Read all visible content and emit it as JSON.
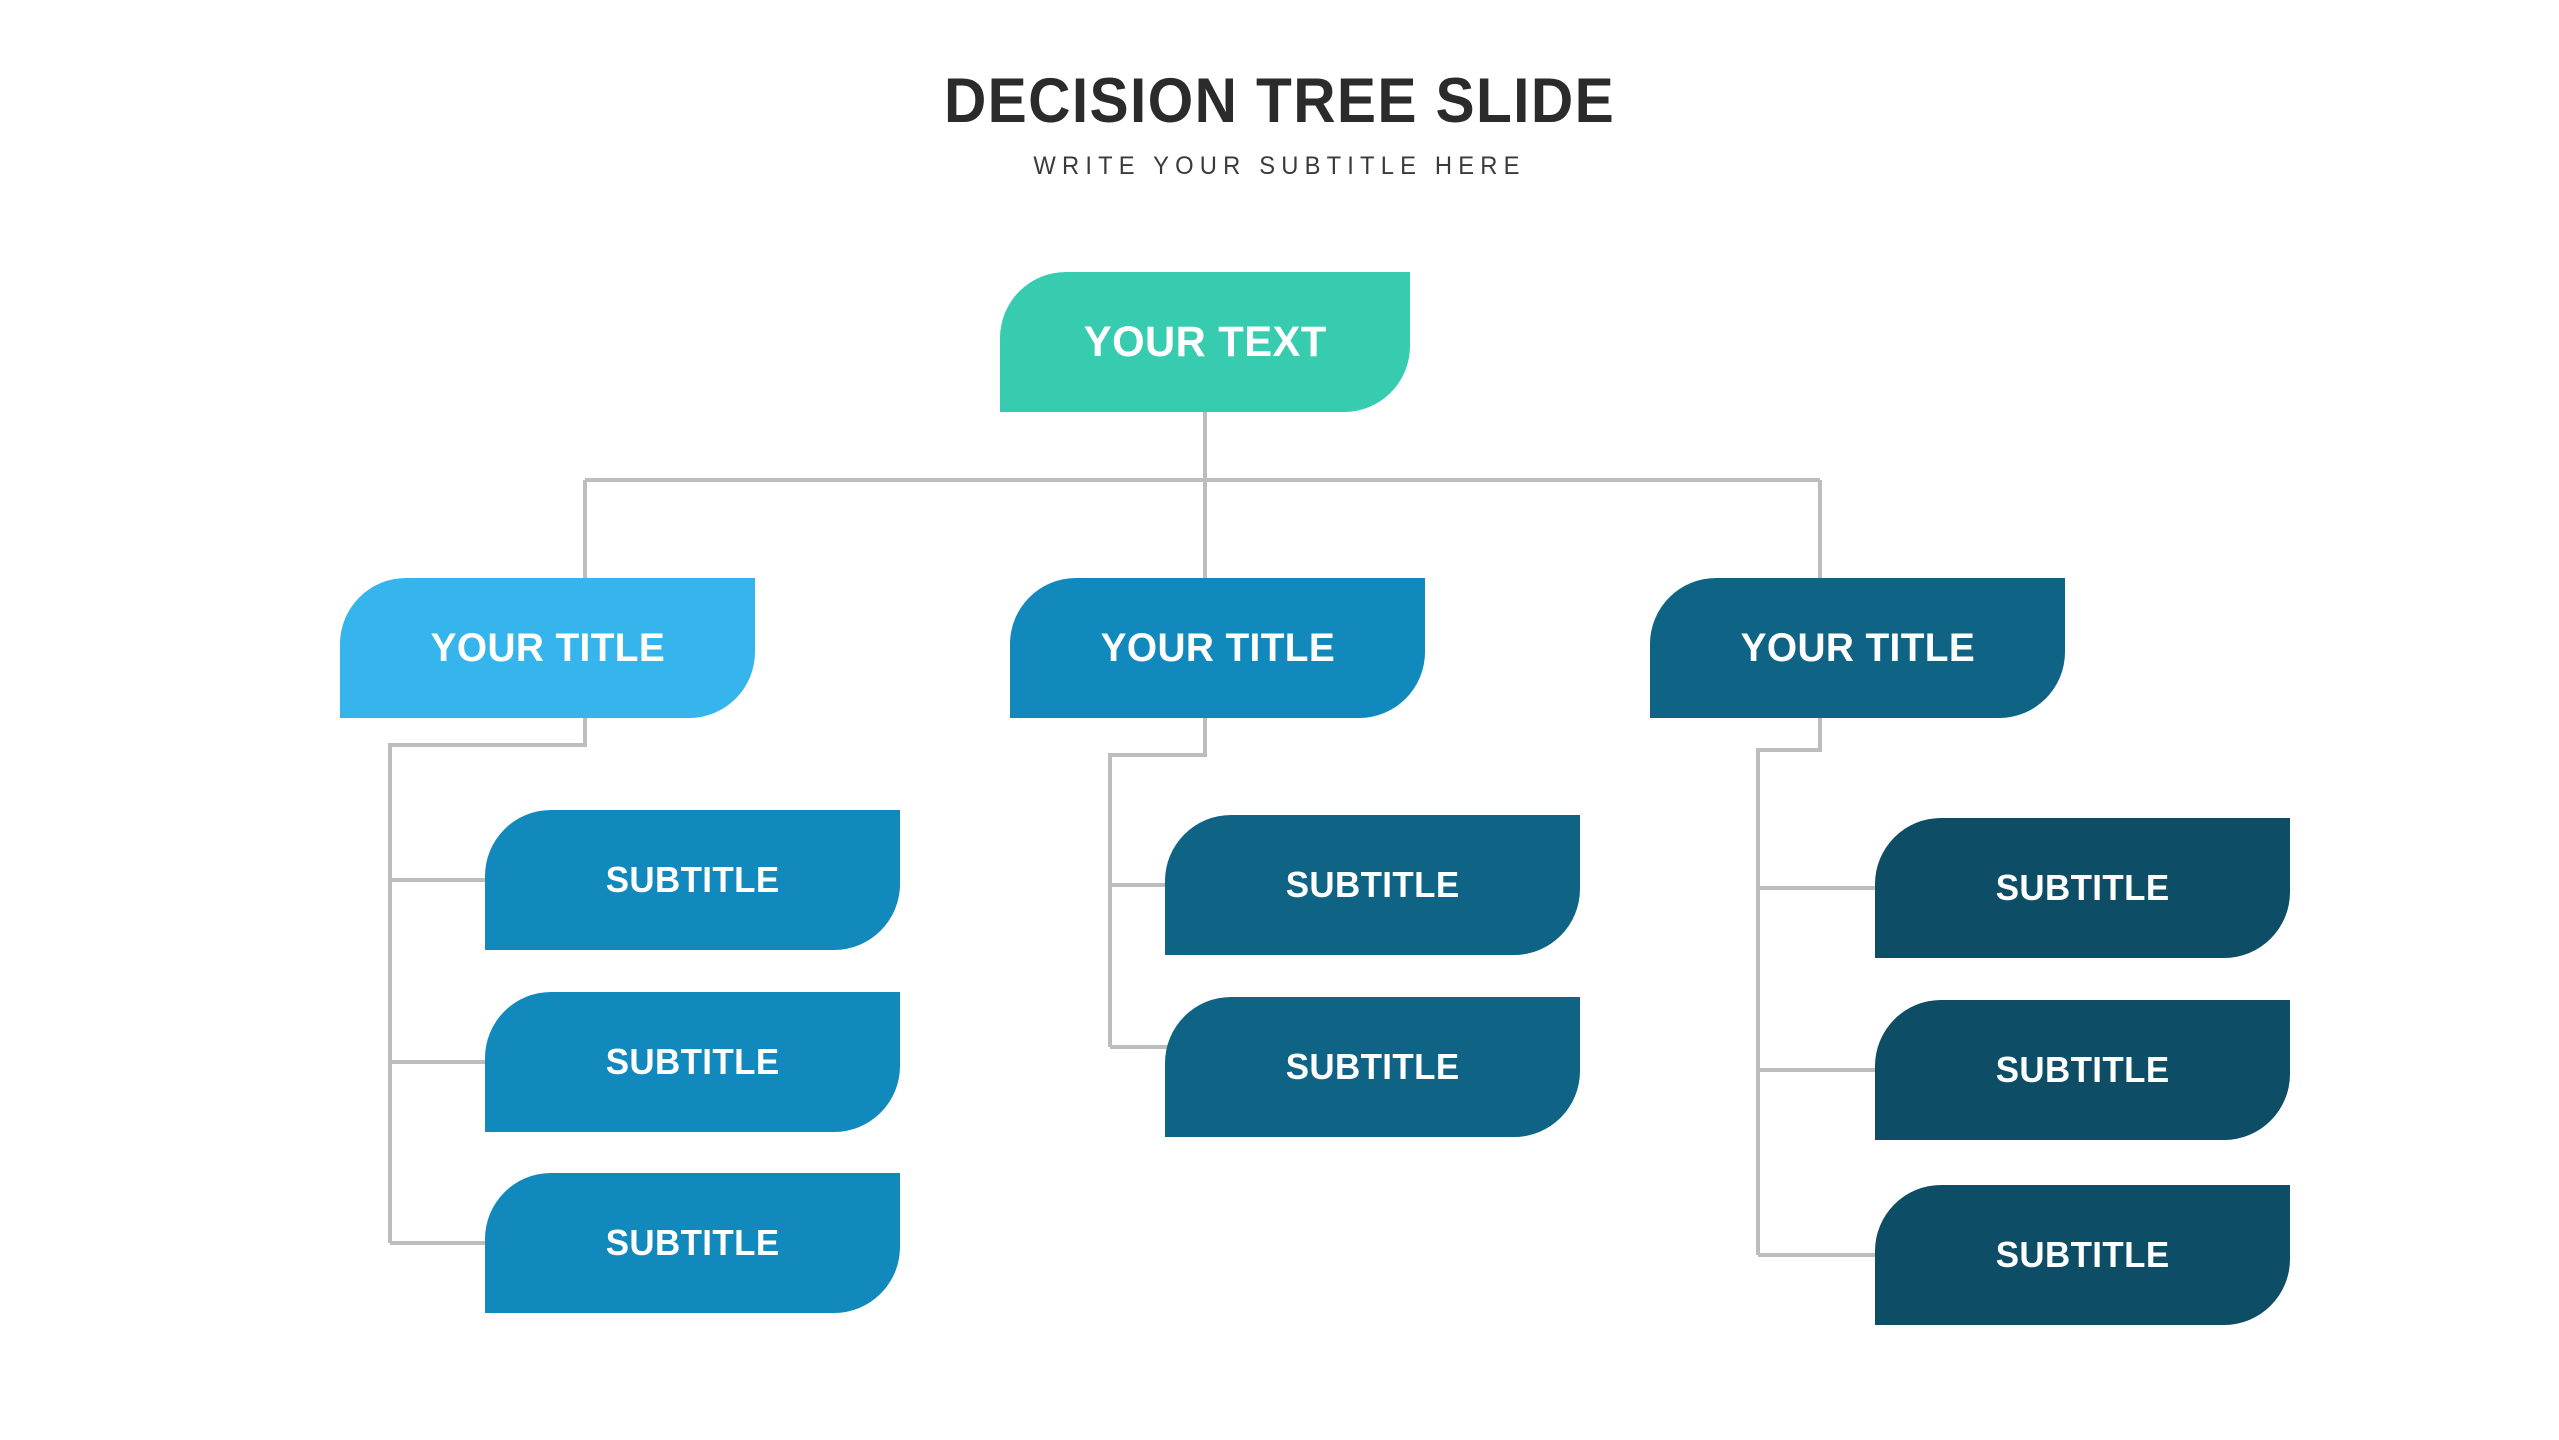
{
  "header": {
    "title": "DECISION TREE SLIDE",
    "subtitle": "WRITE YOUR SUBTITLE HERE"
  },
  "colors": {
    "background": "#ffffff",
    "title_text": "#2b2b2b",
    "subtitle_text": "#3a3a3a",
    "connector": "#bdbdbd",
    "root_teal": "#37ccb0",
    "branch1": "#35b5eb",
    "branch2": "#1189bd",
    "branch3": "#0f6486",
    "leaf1": "#1189bd",
    "leaf2": "#0f6486",
    "leaf3": "#0d4d66"
  },
  "tree": {
    "root": {
      "label": "YOUR TEXT",
      "color": "#37ccb0"
    },
    "branches": [
      {
        "label": "YOUR TITLE",
        "color": "#35b5eb",
        "leaf_color": "#1189bd",
        "children": [
          {
            "label": "SUBTITLE"
          },
          {
            "label": "SUBTITLE"
          },
          {
            "label": "SUBTITLE"
          }
        ]
      },
      {
        "label": "YOUR TITLE",
        "color": "#1189bd",
        "leaf_color": "#0f6486",
        "children": [
          {
            "label": "SUBTITLE"
          },
          {
            "label": "SUBTITLE"
          }
        ]
      },
      {
        "label": "YOUR TITLE",
        "color": "#0f6486",
        "leaf_color": "#0d4d66",
        "children": [
          {
            "label": "SUBTITLE"
          },
          {
            "label": "SUBTITLE"
          },
          {
            "label": "SUBTITLE"
          }
        ]
      }
    ]
  }
}
